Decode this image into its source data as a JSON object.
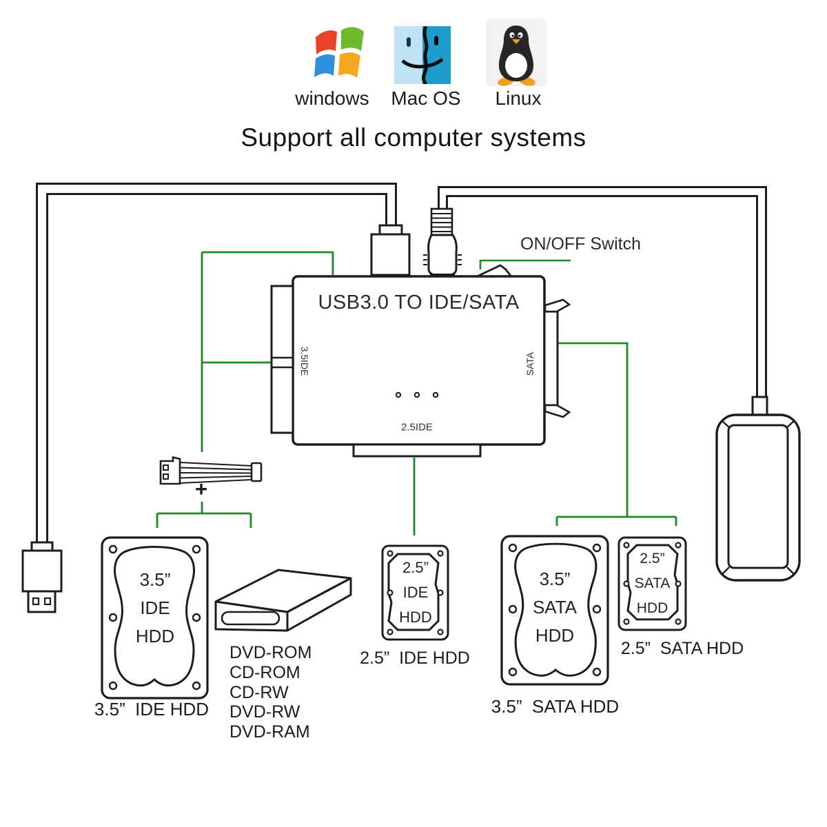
{
  "header": {
    "os_items": [
      {
        "label": "windows"
      },
      {
        "label": "Mac OS"
      },
      {
        "label": "Linux"
      }
    ],
    "title": "Support all computer systems"
  },
  "adapter": {
    "title": "USB3.0 TO IDE/SATA",
    "port_left": "3.5IDE",
    "port_right": "SATA",
    "port_bottom": "2.5IDE",
    "switch_label": "ON/OFF Switch"
  },
  "power": {
    "plus_sign": "+"
  },
  "devices": {
    "hdd_35_ide": {
      "lines": [
        "3.5”",
        "IDE",
        "HDD"
      ],
      "caption": "3.5”  IDE HDD"
    },
    "optical_drive": {
      "lines": [
        "DVD-ROM",
        "CD-ROM",
        "CD-RW",
        "DVD-RW",
        "DVD-RAM"
      ]
    },
    "hdd_25_ide": {
      "lines": [
        "2.5”",
        "IDE",
        "HDD"
      ],
      "caption": "2.5”  IDE HDD"
    },
    "hdd_35_sata": {
      "lines": [
        "3.5”",
        "SATA",
        "HDD"
      ],
      "caption": "3.5”  SATA HDD"
    },
    "hdd_25_sata": {
      "lines": [
        "2.5”",
        "SATA",
        "HDD"
      ],
      "caption": "2.5”  SATA HDD"
    }
  },
  "colors": {
    "line": "#1c1c1c",
    "wire": "#1e8a24"
  }
}
